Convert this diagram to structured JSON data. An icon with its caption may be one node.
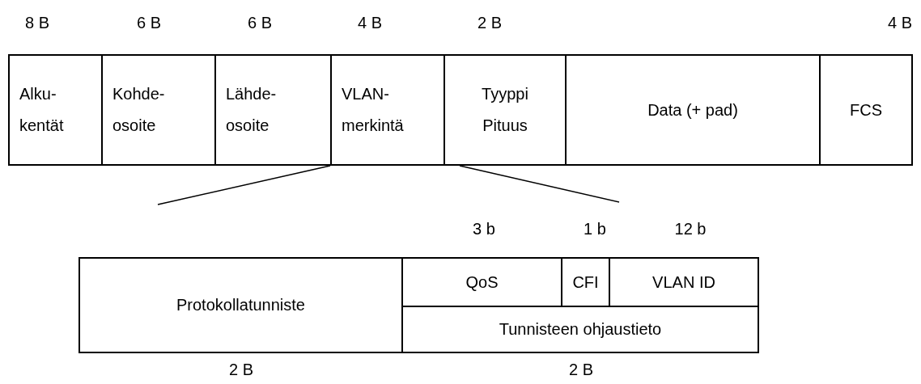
{
  "diagram": {
    "nodes": [
      {
        "text": [
          "Alku- kentät"
        ]
      },
      {
        "text": [
          "Kohde- osoite"
        ]
      },
      {
        "text": [
          "Lähde- osoite"
        ]
      },
      {
        "text": [
          "VLAN- merkintä"
        ]
      },
      {
        "text": [
          "Tyyppi Pituus"
        ]
      },
      {
        "text": [
          "Data (+ pad)"
        ]
      },
      {
        "text": [
          "FCS"
        ]
      },
      {
        "text": [
          "Protokollatunniste"
        ]
      },
      {
        "text": [
          "QoS"
        ]
      },
      {
        "text": [
          "CFI"
        ]
      },
      {
        "text": [
          "VLAN ID"
        ]
      },
      {
        "text": [
          "Tunnisteen ohjaustieto"
        ]
      }
    ],
    "edges": [
      {
        "from": 3,
        "to": null,
        "arrow": "none"
      },
      {
        "from": 4,
        "to": null,
        "arrow": "none"
      }
    ],
    "labels": [
      "8 B",
      "6 B",
      "6 B",
      "4 B",
      "2 B",
      "4 B",
      "3 b",
      "1 b",
      "12 b",
      "2 B",
      "2 B"
    ]
  }
}
